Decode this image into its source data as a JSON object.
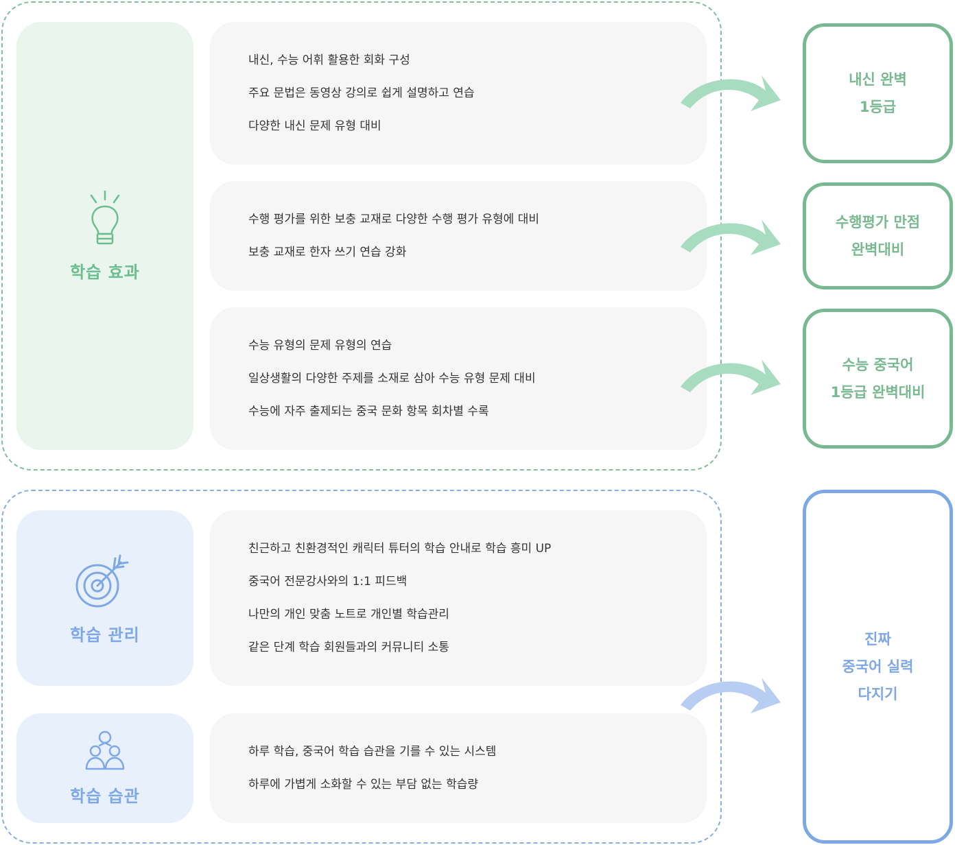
{
  "groups": [
    {
      "name": "effect",
      "label": "학습 효과",
      "icon": "lightbulb-icon",
      "color": "#6cbd90",
      "panels": [
        {
          "lines": [
            "내신, 수능 어휘 활용한 회화 구성",
            "주요 문법은 동영상 강의로 쉽게 설명하고 연습",
            "다양한 내신 문제 유형 대비"
          ]
        },
        {
          "lines": [
            "수행 평가를 위한 보충 교재로 다양한 수행 평가 유형에 대비",
            "보충 교재로 한자 쓰기 연습 강화"
          ]
        },
        {
          "lines": [
            "수능 유형의 문제 유형의 연습",
            "일상생활의 다양한 주제를 소재로 삼아 수능 유형 문제 대비",
            "수능에 자주 출제되는 중국 문화 항목 회차별 수록"
          ]
        }
      ]
    },
    {
      "name": "management",
      "label": "학습 관리",
      "icon": "target-icon",
      "color": "#7ea7e6",
      "panels": [
        {
          "lines": [
            "친근하고 친환경적인 캐릭터 튜터의 학습 안내로 학습 흥미 UP",
            "중국어 전문강사와의 1:1 피드백",
            "나만의 개인 맞춤 노트로 개인별 학습관리",
            "같은 단계 학습 회원들과의 커뮤니티 소통"
          ]
        }
      ]
    },
    {
      "name": "habit",
      "label": "학습 습관",
      "icon": "people-icon",
      "color": "#7ea7e6",
      "panels": [
        {
          "lines": [
            "하루 학습, 중국어 학습 습관을 기를 수 있는 시스템",
            "하루에 가볍게 소화할 수 있는 부담 없는 학습량"
          ]
        }
      ]
    }
  ],
  "results": [
    {
      "lines": [
        "내신 완벽",
        "1등급"
      ],
      "color": "#79b991"
    },
    {
      "lines": [
        "수행평가 만점",
        "완벽대비"
      ],
      "color": "#79b991"
    },
    {
      "lines": [
        "수능 중국어",
        "1등급 완벽대비"
      ],
      "color": "#79b991"
    },
    {
      "lines": [
        "진짜",
        "중국어 실력",
        "다지기"
      ],
      "color": "#7ea7e6"
    }
  ],
  "colors": {
    "green_arrow": "#a8dcc0",
    "blue_arrow": "#b7cdf2"
  }
}
